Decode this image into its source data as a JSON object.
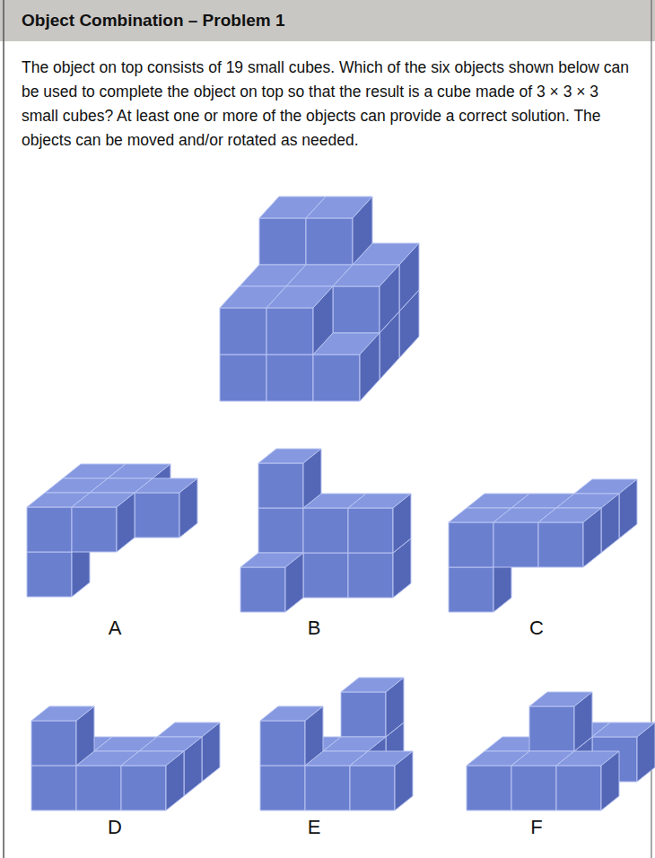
{
  "diagram": {
    "title": "Object Combination – Problem 1",
    "labels": [
      "The object on top consists of 19 small cubes. Which of the six objects shown below can be used to complete the object on top so that the result is a cube made of 3 × 3 × 3 small cubes? At least one or more of the objects can provide a correct solution. The objects can be moved and/or rotated as needed.",
      "A",
      "B",
      "C",
      "D",
      "E",
      "F"
    ]
  }
}
